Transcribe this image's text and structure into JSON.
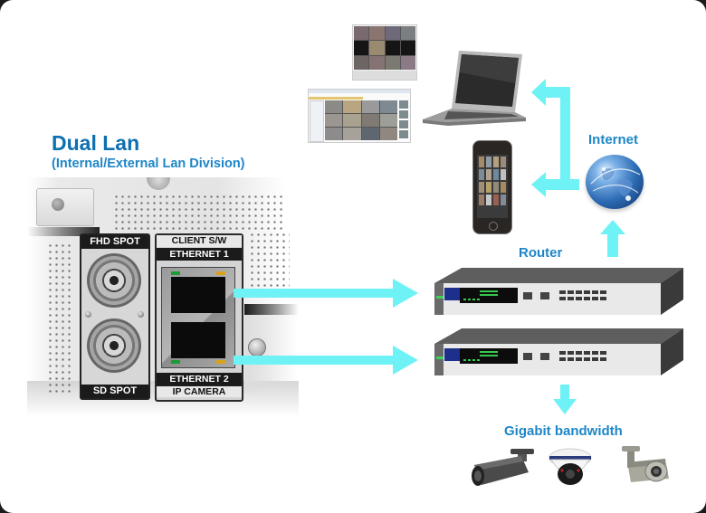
{
  "header": {
    "title": "Dual Lan",
    "subtitle": "(Internal/External Lan Division)"
  },
  "nvr_panel": {
    "spot_top_label": "FHD SPOT",
    "spot_bottom_label": "SD SPOT",
    "ethernet1_top_label": "CLIENT S/W",
    "ethernet1_label": "ETHERNET 1",
    "ethernet2_label": "ETHERNET 2",
    "ethernet2_bottom_label": "IP CAMERA"
  },
  "network": {
    "internet_label": "Internet",
    "router_label": "Router",
    "bandwidth_label": "Gigabit bandwidth"
  },
  "clients": [
    "client-software-screenshot",
    "cms-software-screenshot",
    "laptop",
    "smartphone"
  ],
  "devices": [
    "router-1",
    "router-2",
    "bullet-camera",
    "dome-camera",
    "box-camera"
  ],
  "colors": {
    "title_blue": "#0d6fb0",
    "label_blue": "#1e86c8",
    "arrow_cyan": "#6ff2f6",
    "background": "#ffffff",
    "frame": "#1a1a1a"
  }
}
